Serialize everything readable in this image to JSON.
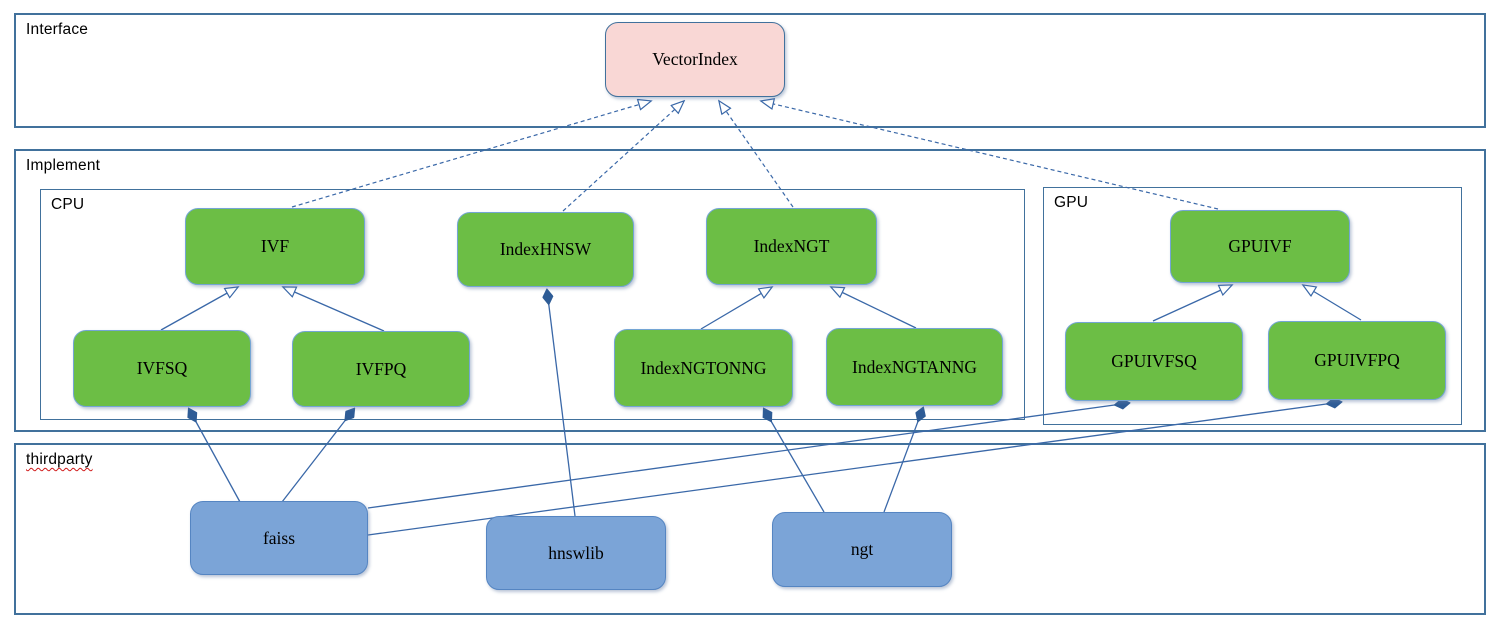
{
  "sections": {
    "interface": {
      "label": "Interface"
    },
    "implement": {
      "label": "Implement"
    },
    "cpu": {
      "label": "CPU"
    },
    "gpu": {
      "label": "GPU"
    },
    "thirdparty": {
      "label": "thirdparty"
    }
  },
  "nodes": {
    "vectorindex": {
      "label": "VectorIndex",
      "kind": "interface"
    },
    "ivf": {
      "label": "IVF",
      "kind": "cpu-implementation"
    },
    "indexhnsw": {
      "label": "IndexHNSW",
      "kind": "cpu-implementation"
    },
    "indexngt": {
      "label": "IndexNGT",
      "kind": "cpu-implementation"
    },
    "ivfsq": {
      "label": "IVFSQ",
      "kind": "cpu-implementation"
    },
    "ivfpq": {
      "label": "IVFPQ",
      "kind": "cpu-implementation"
    },
    "indexngtonng": {
      "label": "IndexNGTONNG",
      "kind": "cpu-implementation"
    },
    "indexngtanng": {
      "label": "IndexNGTANNG",
      "kind": "cpu-implementation"
    },
    "gpuivf": {
      "label": "GPUIVF",
      "kind": "gpu-implementation"
    },
    "gpuivfsq": {
      "label": "GPUIVFSQ",
      "kind": "gpu-implementation"
    },
    "gpuivfpq": {
      "label": "GPUIVFPQ",
      "kind": "gpu-implementation"
    },
    "faiss": {
      "label": "faiss",
      "kind": "thirdparty-library"
    },
    "hnswlib": {
      "label": "hnswlib",
      "kind": "thirdparty-library"
    },
    "ngt": {
      "label": "ngt",
      "kind": "thirdparty-library"
    }
  },
  "edges": [
    {
      "from": "ivf",
      "to": "vectorindex",
      "relation": "realization"
    },
    {
      "from": "indexhnsw",
      "to": "vectorindex",
      "relation": "realization"
    },
    {
      "from": "indexngt",
      "to": "vectorindex",
      "relation": "realization"
    },
    {
      "from": "gpuivf",
      "to": "vectorindex",
      "relation": "realization"
    },
    {
      "from": "ivfsq",
      "to": "ivf",
      "relation": "generalization"
    },
    {
      "from": "ivfpq",
      "to": "ivf",
      "relation": "generalization"
    },
    {
      "from": "indexngtonng",
      "to": "indexngt",
      "relation": "generalization"
    },
    {
      "from": "indexngtanng",
      "to": "indexngt",
      "relation": "generalization"
    },
    {
      "from": "gpuivfsq",
      "to": "gpuivf",
      "relation": "generalization"
    },
    {
      "from": "gpuivfpq",
      "to": "gpuivf",
      "relation": "generalization"
    },
    {
      "from": "faiss",
      "to": "ivfsq",
      "relation": "composition"
    },
    {
      "from": "faiss",
      "to": "ivfpq",
      "relation": "composition"
    },
    {
      "from": "faiss",
      "to": "gpuivfsq",
      "relation": "composition"
    },
    {
      "from": "faiss",
      "to": "gpuivfpq",
      "relation": "composition"
    },
    {
      "from": "hnswlib",
      "to": "indexhnsw",
      "relation": "composition"
    },
    {
      "from": "ngt",
      "to": "indexngtonng",
      "relation": "composition"
    },
    {
      "from": "ngt",
      "to": "indexngtanng",
      "relation": "composition"
    }
  ],
  "colors": {
    "interface_fill": "#f9d7d5",
    "implementation_fill": "#6cbe45",
    "thirdparty_fill": "#7ba4d7",
    "connector": "#3a68a8",
    "section_border": "#41719c"
  }
}
